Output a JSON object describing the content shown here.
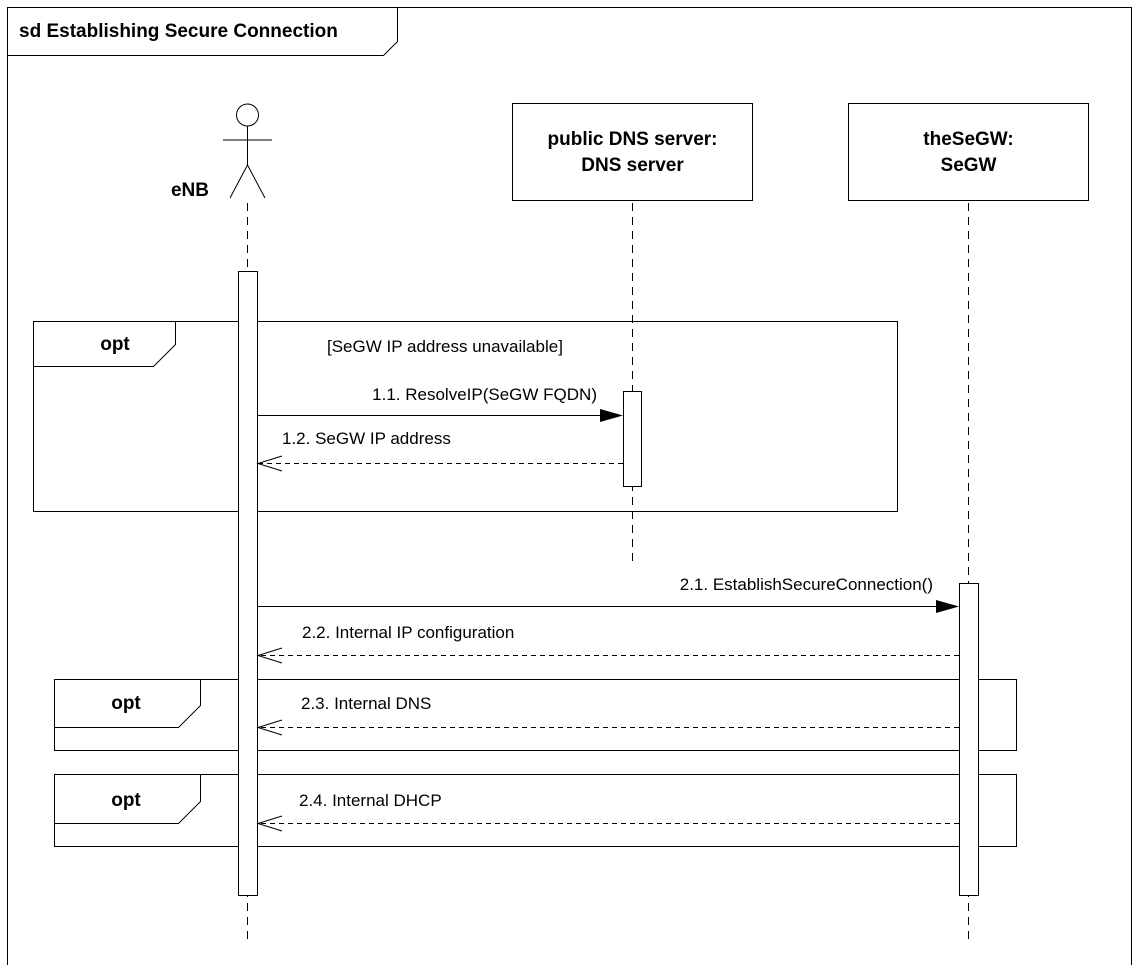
{
  "frame": {
    "title": "sd Establishing Secure Connection"
  },
  "participants": {
    "enb": {
      "name": "eNB",
      "kind": "actor"
    },
    "dns": {
      "line1": "public DNS server:",
      "line2": "DNS server"
    },
    "segw": {
      "line1": "theSeGW:",
      "line2": "SeGW"
    }
  },
  "fragments": [
    {
      "operator": "opt",
      "guard": "[SeGW IP address unavailable]"
    },
    {
      "operator": "opt",
      "guard": ""
    },
    {
      "operator": "opt",
      "guard": ""
    }
  ],
  "messages": [
    {
      "label": "1.1. ResolveIP(SeGW FQDN)",
      "from": "eNB",
      "to": "public DNS server",
      "kind": "sync"
    },
    {
      "label": "1.2. SeGW IP address",
      "from": "public DNS server",
      "to": "eNB",
      "kind": "return"
    },
    {
      "label": "2.1. EstablishSecureConnection()",
      "from": "eNB",
      "to": "theSeGW",
      "kind": "sync"
    },
    {
      "label": "2.2. Internal IP configuration",
      "from": "theSeGW",
      "to": "eNB",
      "kind": "return"
    },
    {
      "label": "2.3. Internal DNS",
      "from": "theSeGW",
      "to": "eNB",
      "kind": "return"
    },
    {
      "label": "2.4. Internal DHCP",
      "from": "theSeGW",
      "to": "eNB",
      "kind": "return"
    }
  ]
}
